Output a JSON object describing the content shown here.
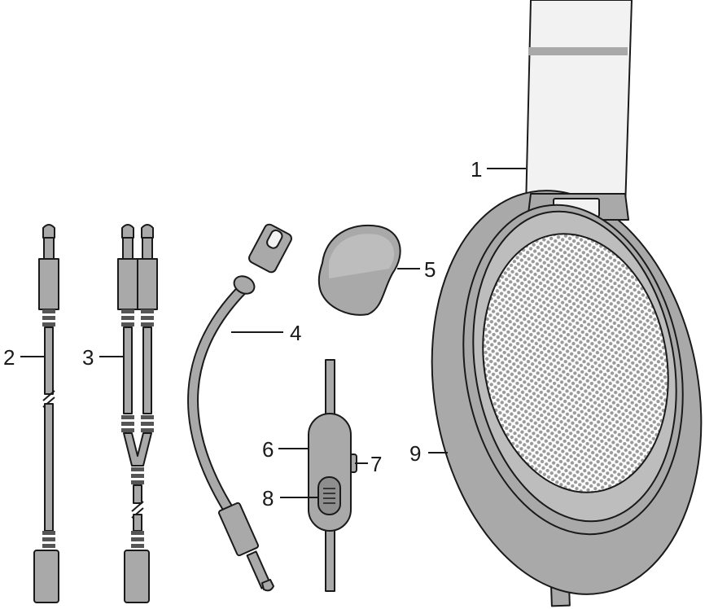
{
  "colors": {
    "outline": "#1a1a1a",
    "part_fill": "#a9a9a9",
    "part_light": "#f2f2f2",
    "part_dark": "#8e8e8e",
    "grille": "#9a9a9a",
    "background": "#ffffff"
  },
  "callouts": {
    "c1": "1",
    "c2": "2",
    "c3": "3",
    "c4": "4",
    "c5": "5",
    "c6": "6",
    "c7": "7",
    "c8": "8",
    "c9": "9"
  }
}
